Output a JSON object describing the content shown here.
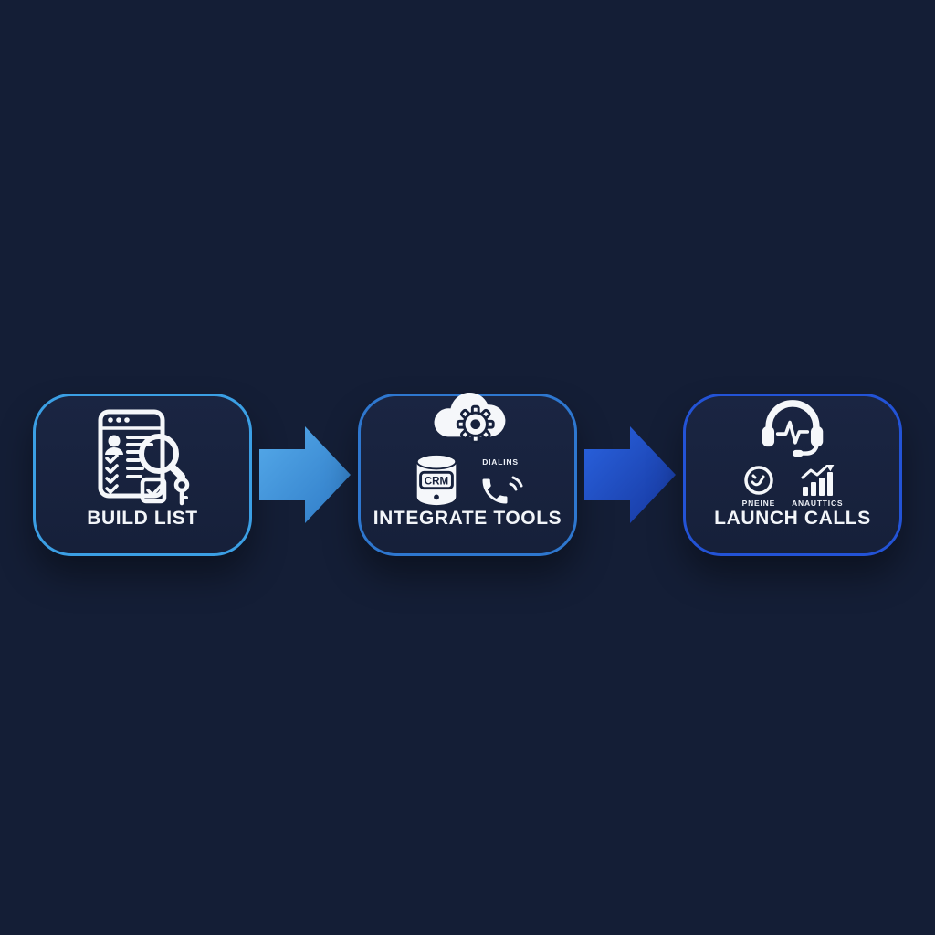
{
  "background_color": "#141e36",
  "card_fill_color": "#18233f",
  "text_color": "#f2f5f9",
  "steps": [
    {
      "label": "BUILD LIST",
      "icon": "list-search-icon",
      "border_color": "#3b9fe4"
    },
    {
      "label": "INTEGRATE TOOLS",
      "icon": "cloud-gear-icon",
      "border_color": "#2e77cf",
      "sub_labels": {
        "database": "CRM",
        "dialer": "DIALINS"
      }
    },
    {
      "label": "LAUNCH CALLS",
      "icon": "headset-waveform-icon",
      "border_color": "#2353d6",
      "sub_labels": {
        "phone": "PNEINE",
        "analytics": "ANAUTTICS"
      }
    }
  ],
  "arrows": [
    {
      "direction": "right",
      "color_start": "#55aaea",
      "color_end": "#2e7ac6"
    },
    {
      "direction": "right",
      "color_start": "#2a63e0",
      "color_end": "#16379e"
    }
  ]
}
